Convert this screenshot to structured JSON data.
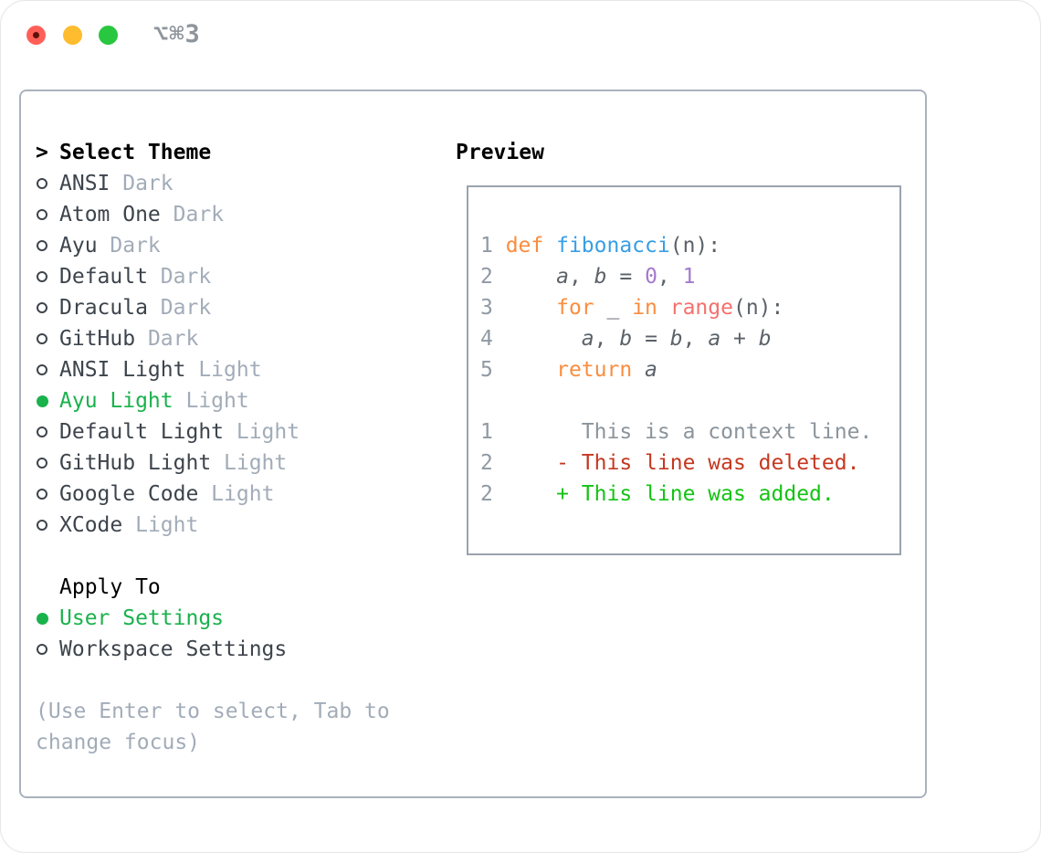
{
  "window": {
    "shortcut": "⌥⌘3"
  },
  "theme_list": {
    "caret": ">",
    "title": "Select Theme",
    "items": [
      {
        "name": "ANSI",
        "variant": "Dark",
        "selected": false
      },
      {
        "name": "Atom One",
        "variant": "Dark",
        "selected": false
      },
      {
        "name": "Ayu",
        "variant": "Dark",
        "selected": false
      },
      {
        "name": "Default",
        "variant": "Dark",
        "selected": false
      },
      {
        "name": "Dracula",
        "variant": "Dark",
        "selected": false
      },
      {
        "name": "GitHub",
        "variant": "Dark",
        "selected": false
      },
      {
        "name": "ANSI Light",
        "variant": "Light",
        "selected": false
      },
      {
        "name": "Ayu Light",
        "variant": "Light",
        "selected": true
      },
      {
        "name": "Default Light",
        "variant": "Light",
        "selected": false
      },
      {
        "name": "GitHub Light",
        "variant": "Light",
        "selected": false
      },
      {
        "name": "Google Code",
        "variant": "Light",
        "selected": false
      },
      {
        "name": "XCode",
        "variant": "Light",
        "selected": false
      }
    ]
  },
  "apply_to": {
    "title": "Apply To",
    "options": [
      {
        "label": "User Settings",
        "selected": true
      },
      {
        "label": "Workspace Settings",
        "selected": false
      }
    ]
  },
  "help_text": "(Use Enter to select, Tab to change focus)",
  "preview": {
    "title": "Preview",
    "lines": [
      {
        "name": "code-line-1",
        "num": "1",
        "tokens": [
          [
            "def ",
            "kw"
          ],
          [
            "fibonacci",
            "fn"
          ],
          [
            "(n):",
            "plain"
          ]
        ]
      },
      {
        "name": "code-line-2",
        "num": "2",
        "tokens": [
          [
            "    ",
            "plain"
          ],
          [
            "a",
            "var"
          ],
          [
            ", ",
            "plain"
          ],
          [
            "b",
            "var"
          ],
          [
            " = ",
            "plain"
          ],
          [
            "0",
            "num"
          ],
          [
            ", ",
            "plain"
          ],
          [
            "1",
            "num"
          ]
        ]
      },
      {
        "name": "code-line-3",
        "num": "3",
        "tokens": [
          [
            "    ",
            "plain"
          ],
          [
            "for ",
            "kw"
          ],
          [
            "_ ",
            "plain"
          ],
          [
            "in ",
            "kw"
          ],
          [
            "range",
            "call"
          ],
          [
            "(n):",
            "plain"
          ]
        ]
      },
      {
        "name": "code-line-4",
        "num": "4",
        "tokens": [
          [
            "      ",
            "plain"
          ],
          [
            "a",
            "var"
          ],
          [
            ", ",
            "plain"
          ],
          [
            "b",
            "var"
          ],
          [
            " = ",
            "plain"
          ],
          [
            "b",
            "var"
          ],
          [
            ", ",
            "plain"
          ],
          [
            "a",
            "var"
          ],
          [
            " + ",
            "plain"
          ],
          [
            "b",
            "var"
          ]
        ]
      },
      {
        "name": "code-line-5",
        "num": "5",
        "tokens": [
          [
            "    ",
            "plain"
          ],
          [
            "return ",
            "kw"
          ],
          [
            "a",
            "var"
          ]
        ]
      },
      {
        "name": "blank-line",
        "num": "",
        "tokens": []
      },
      {
        "name": "diff-context-line",
        "num": "1",
        "tokens": [
          [
            "      ",
            "plain"
          ],
          [
            "This is a context line.",
            "ctx"
          ]
        ]
      },
      {
        "name": "diff-deleted-line",
        "num": "2",
        "tokens": [
          [
            "    ",
            "plain"
          ],
          [
            "- This line was deleted.",
            "del"
          ]
        ]
      },
      {
        "name": "diff-added-line",
        "num": "2",
        "tokens": [
          [
            "    ",
            "plain"
          ],
          [
            "+ This line was added.",
            "add"
          ]
        ]
      }
    ]
  },
  "colors": {
    "accent-green": "#1ab24c",
    "keyword": "#fa8d3e",
    "function": "#399ee6",
    "number": "#a37acc",
    "builtin": "#f4716d",
    "code-plain": "#5b6269",
    "line-number": "#9099a4",
    "diff-context": "#8b949c",
    "diff-deleted": "#c53820",
    "diff-added": "#14c314",
    "muted": "#a2acb8",
    "text": "#3d444c",
    "border": "#aab2bc",
    "pborder": "#9aa3ae",
    "traffic-red": "#ff5f57",
    "traffic-yellow": "#febc2e",
    "traffic-green": "#28c73f"
  }
}
